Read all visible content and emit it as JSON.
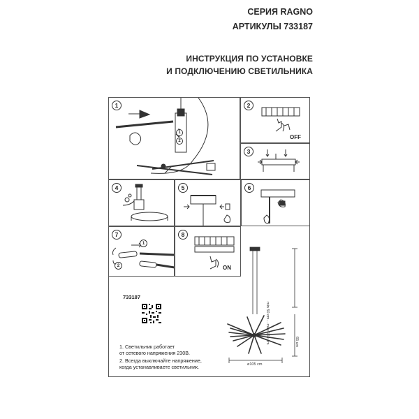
{
  "header": {
    "series": "СЕРИЯ RAGNO",
    "article": "АРТИКУЛЫ 733187",
    "title_line1": "ИНСТРУКЦИЯ ПО УСТАНОВКЕ",
    "title_line2": "И ПОДКЛЮЧЕНИЮ СВЕТИЛЬНИКА"
  },
  "steps": [
    {
      "number": "1"
    },
    {
      "number": "2",
      "label": "OFF"
    },
    {
      "number": "3"
    },
    {
      "number": "4"
    },
    {
      "number": "5"
    },
    {
      "number": "6"
    },
    {
      "number": "7",
      "sub_labels": [
        "1",
        "2"
      ]
    },
    {
      "number": "8",
      "label": "ON"
    }
  ],
  "step1_sub": [
    "1",
    "2"
  ],
  "footer": {
    "article_code": "733187",
    "notes": [
      "1. Светильник работает",
      "от сетевого напряжения 230В.",
      "2. Всегда выключайте напряжение,",
      "когда устанавливаете светильник."
    ]
  },
  "dimensions": {
    "height": "min 50 cm... max 160 cm",
    "width": "ø105 cm",
    "depth": "65 cm"
  },
  "colors": {
    "line": "#333333",
    "accent": "#111111"
  }
}
